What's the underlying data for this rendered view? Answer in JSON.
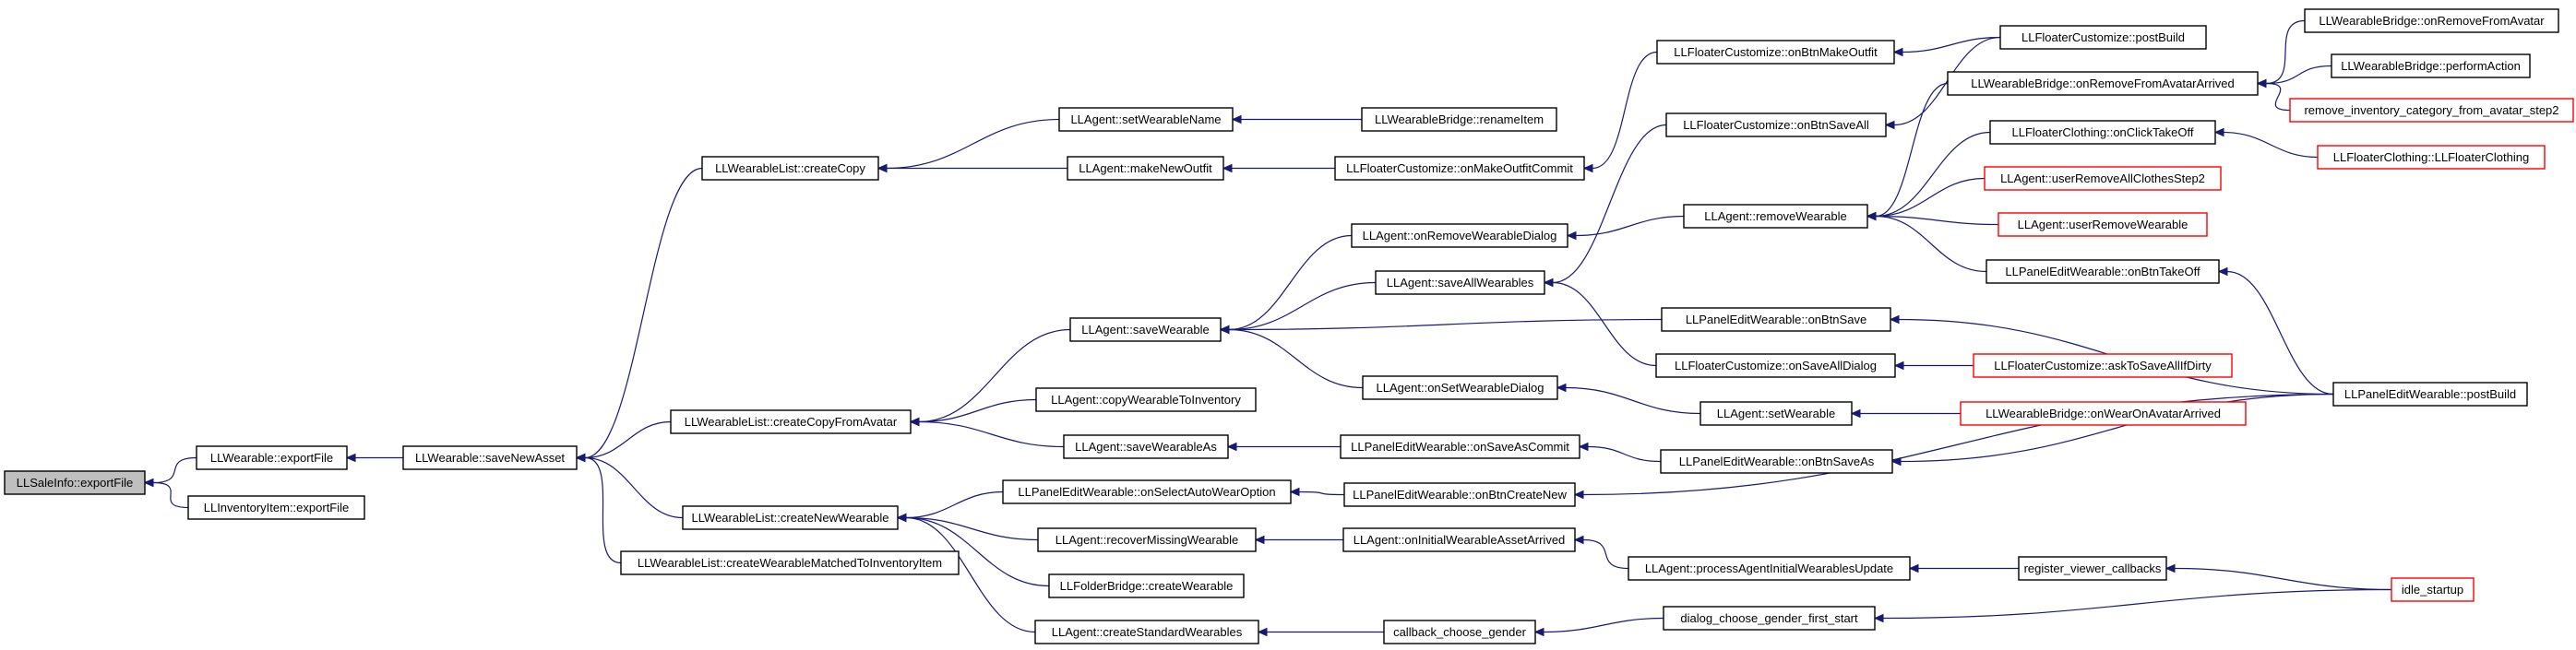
{
  "graph": {
    "edge_color": "#191970",
    "node_border_color": "#000000",
    "truncated_border_color": "#ff0000",
    "root_fill_color": "#bfbfbf",
    "nodes": [
      {
        "id": "n0",
        "label": "LLSaleInfo::exportFile",
        "root": true
      },
      {
        "id": "n1",
        "label": "LLWearable::exportFile"
      },
      {
        "id": "n2",
        "label": "LLInventoryItem::exportFile"
      },
      {
        "id": "n3",
        "label": "LLWearable::saveNewAsset"
      },
      {
        "id": "n4",
        "label": "LLWearableList::createCopy"
      },
      {
        "id": "n5",
        "label": "LLWearableList::createCopyFromAvatar"
      },
      {
        "id": "n6",
        "label": "LLWearableList::createNewWearable"
      },
      {
        "id": "n7",
        "label": "LLWearableList::createWearableMatchedToInventoryItem"
      },
      {
        "id": "n8",
        "label": "LLAgent::setWearableName"
      },
      {
        "id": "n9",
        "label": "LLAgent::makeNewOutfit"
      },
      {
        "id": "n10",
        "label": "LLAgent::saveWearable"
      },
      {
        "id": "n11",
        "label": "LLAgent::copyWearableToInventory"
      },
      {
        "id": "n12",
        "label": "LLAgent::saveWearableAs"
      },
      {
        "id": "n13",
        "label": "LLPanelEditWearable::onSelectAutoWearOption"
      },
      {
        "id": "n14",
        "label": "LLAgent::recoverMissingWearable"
      },
      {
        "id": "n15",
        "label": "LLFolderBridge::createWearable"
      },
      {
        "id": "n16",
        "label": "LLAgent::createStandardWearables"
      },
      {
        "id": "n17",
        "label": "LLWearableBridge::renameItem"
      },
      {
        "id": "n18",
        "label": "LLFloaterCustomize::onMakeOutfitCommit"
      },
      {
        "id": "n19",
        "label": "LLAgent::onRemoveWearableDialog"
      },
      {
        "id": "n20",
        "label": "LLAgent::saveAllWearables"
      },
      {
        "id": "n21",
        "label": "LLAgent::onSetWearableDialog"
      },
      {
        "id": "n22",
        "label": "LLPanelEditWearable::onSaveAsCommit"
      },
      {
        "id": "n23",
        "label": "LLPanelEditWearable::onBtnCreateNew"
      },
      {
        "id": "n24",
        "label": "LLAgent::onInitialWearableAssetArrived"
      },
      {
        "id": "n25",
        "label": "callback_choose_gender"
      },
      {
        "id": "n26",
        "label": "LLFloaterCustomize::onBtnMakeOutfit"
      },
      {
        "id": "n27",
        "label": "LLFloaterCustomize::onBtnSaveAll"
      },
      {
        "id": "n28",
        "label": "LLAgent::removeWearable"
      },
      {
        "id": "n29",
        "label": "LLPanelEditWearable::onBtnSave"
      },
      {
        "id": "n30",
        "label": "LLFloaterCustomize::onSaveAllDialog"
      },
      {
        "id": "n31",
        "label": "LLAgent::setWearable"
      },
      {
        "id": "n32",
        "label": "LLPanelEditWearable::onBtnSaveAs"
      },
      {
        "id": "n33",
        "label": "LLAgent::processAgentInitialWearablesUpdate"
      },
      {
        "id": "n34",
        "label": "dialog_choose_gender_first_start"
      },
      {
        "id": "n35",
        "label": "LLFloaterCustomize::postBuild"
      },
      {
        "id": "n36",
        "label": "LLWearableBridge::onRemoveFromAvatarArrived"
      },
      {
        "id": "n37",
        "label": "LLFloaterClothing::onClickTakeOff"
      },
      {
        "id": "n38",
        "label": "LLAgent::userRemoveAllClothesStep2",
        "truncated": true
      },
      {
        "id": "n39",
        "label": "LLAgent::userRemoveWearable",
        "truncated": true
      },
      {
        "id": "n40",
        "label": "LLPanelEditWearable::onBtnTakeOff"
      },
      {
        "id": "n41",
        "label": "LLFloaterCustomize::askToSaveAllIfDirty",
        "truncated": true
      },
      {
        "id": "n42",
        "label": "LLWearableBridge::onWearOnAvatarArrived",
        "truncated": true
      },
      {
        "id": "n43",
        "label": "register_viewer_callbacks"
      },
      {
        "id": "n44",
        "label": "LLWearableBridge::onRemoveFromAvatar"
      },
      {
        "id": "n45",
        "label": "LLWearableBridge::performAction"
      },
      {
        "id": "n46",
        "label": "remove_inventory_category_from_avatar_step2",
        "truncated": true
      },
      {
        "id": "n47",
        "label": "LLFloaterClothing::LLFloaterClothing",
        "truncated": true
      },
      {
        "id": "n48",
        "label": "LLPanelEditWearable::postBuild"
      },
      {
        "id": "n49",
        "label": "idle_startup",
        "truncated": true
      }
    ],
    "edges": [
      [
        "n1",
        "n0"
      ],
      [
        "n2",
        "n0"
      ],
      [
        "n3",
        "n1"
      ],
      [
        "n4",
        "n3"
      ],
      [
        "n5",
        "n3"
      ],
      [
        "n6",
        "n3"
      ],
      [
        "n7",
        "n3"
      ],
      [
        "n8",
        "n4"
      ],
      [
        "n9",
        "n4"
      ],
      [
        "n10",
        "n5"
      ],
      [
        "n11",
        "n5"
      ],
      [
        "n12",
        "n5"
      ],
      [
        "n13",
        "n6"
      ],
      [
        "n14",
        "n6"
      ],
      [
        "n15",
        "n6"
      ],
      [
        "n16",
        "n6"
      ],
      [
        "n17",
        "n8"
      ],
      [
        "n18",
        "n9"
      ],
      [
        "n19",
        "n10"
      ],
      [
        "n20",
        "n10"
      ],
      [
        "n21",
        "n10"
      ],
      [
        "n29",
        "n10"
      ],
      [
        "n22",
        "n12"
      ],
      [
        "n23",
        "n13"
      ],
      [
        "n24",
        "n14"
      ],
      [
        "n25",
        "n16"
      ],
      [
        "n26",
        "n18"
      ],
      [
        "n28",
        "n19"
      ],
      [
        "n27",
        "n20"
      ],
      [
        "n30",
        "n20"
      ],
      [
        "n31",
        "n21"
      ],
      [
        "n32",
        "n22"
      ],
      [
        "n48",
        "n23"
      ],
      [
        "n33",
        "n24"
      ],
      [
        "n34",
        "n25"
      ],
      [
        "n35",
        "n26"
      ],
      [
        "n35",
        "n27"
      ],
      [
        "n36",
        "n28"
      ],
      [
        "n37",
        "n28"
      ],
      [
        "n38",
        "n28"
      ],
      [
        "n39",
        "n28"
      ],
      [
        "n40",
        "n28"
      ],
      [
        "n48",
        "n29"
      ],
      [
        "n41",
        "n30"
      ],
      [
        "n42",
        "n31"
      ],
      [
        "n48",
        "n32"
      ],
      [
        "n43",
        "n33"
      ],
      [
        "n49",
        "n34"
      ],
      [
        "n44",
        "n36"
      ],
      [
        "n45",
        "n36"
      ],
      [
        "n46",
        "n36"
      ],
      [
        "n47",
        "n37"
      ],
      [
        "n48",
        "n40"
      ],
      [
        "n49",
        "n43"
      ]
    ]
  }
}
